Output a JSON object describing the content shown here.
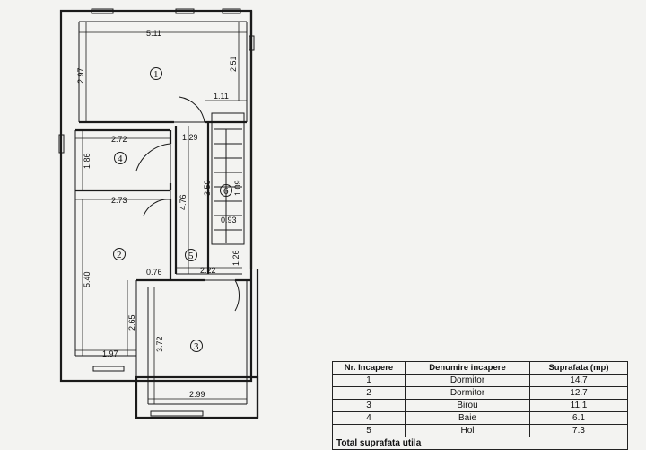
{
  "plan": {
    "dimensions": {
      "d_511": "5.11",
      "d_297": "2.97",
      "d_251": "2.51",
      "d_111": "1.11",
      "d_272": "2.72",
      "d_186": "1.86",
      "d_129": "1.29",
      "d_273": "2.73",
      "d_476": "4.76",
      "d_350": "3.50",
      "d_109": "1.09",
      "d_093": "0.93",
      "d_540": "5.40",
      "d_076": "0.76",
      "d_222": "2.22",
      "d_126": "1.26",
      "d_265": "2.65",
      "d_197": "1.97",
      "d_372": "3.72",
      "d_299": "2.99"
    },
    "room_labels": [
      "1",
      "2",
      "3",
      "4",
      "5",
      "6"
    ]
  },
  "table": {
    "headers": [
      "Nr. Incapere",
      "Denumire incapere",
      "Suprafata (mp)"
    ],
    "rows": [
      {
        "nr": "1",
        "name": "Dormitor",
        "area": "14.7"
      },
      {
        "nr": "2",
        "name": "Dormitor",
        "area": "12.7"
      },
      {
        "nr": "3",
        "name": "Birou",
        "area": "11.1"
      },
      {
        "nr": "4",
        "name": "Baie",
        "area": "6.1"
      },
      {
        "nr": "5",
        "name": "Hol",
        "area": "7.3"
      }
    ],
    "total_label": "Total suprafata utila"
  }
}
